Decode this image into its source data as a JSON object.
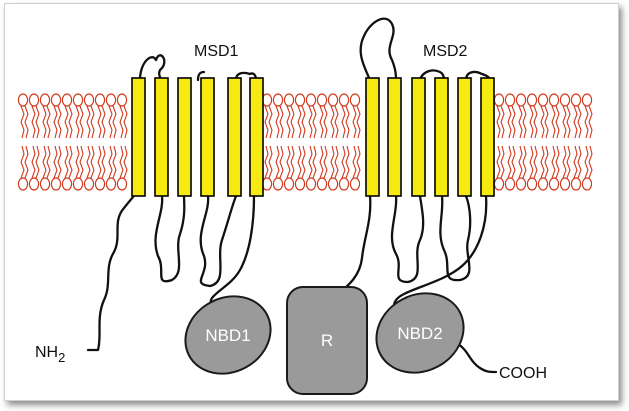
{
  "labels": {
    "msd1": "MSD1",
    "msd2": "MSD2",
    "nbd1": "NBD1",
    "nbd2": "NBD2",
    "r": "R",
    "nh": "NH",
    "nh_sub": "2",
    "cooh": "COOH"
  },
  "colors": {
    "lipid": "#d23a1e",
    "helix_fill": "#f7ea10",
    "helix_stroke": "#000000",
    "domain_fill": "#9a9a9a",
    "domain_stroke": "#1a1a1a",
    "chain": "#111111"
  }
}
